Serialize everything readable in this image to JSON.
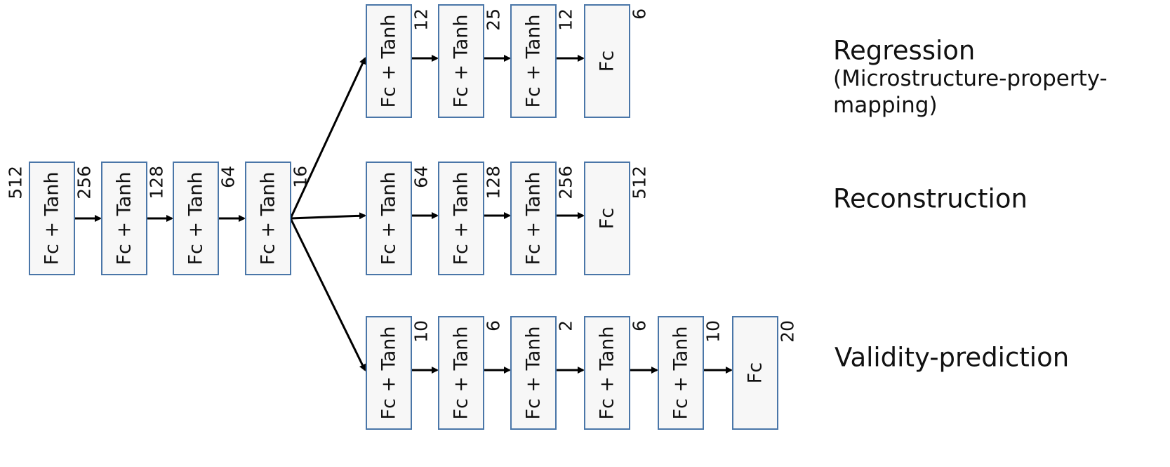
{
  "encoder": {
    "layers": [
      {
        "label": "Fc + Tanh",
        "input_dim": "512",
        "output_dim": "256"
      },
      {
        "label": "Fc + Tanh",
        "output_dim": "128"
      },
      {
        "label": "Fc + Tanh",
        "output_dim": "64"
      },
      {
        "label": "Fc + Tanh",
        "output_dim": "16"
      }
    ]
  },
  "branches": [
    {
      "title_lines": [
        "Regression",
        "(Microstructure-property-",
        "mapping)"
      ],
      "layers": [
        {
          "label": "Fc + Tanh",
          "output_dim": "12"
        },
        {
          "label": "Fc + Tanh",
          "output_dim": "25"
        },
        {
          "label": "Fc + Tanh",
          "output_dim": "12"
        },
        {
          "label": "Fc",
          "output_dim": "6"
        }
      ]
    },
    {
      "title_lines": [
        "Reconstruction"
      ],
      "layers": [
        {
          "label": "Fc + Tanh",
          "output_dim": "64"
        },
        {
          "label": "Fc + Tanh",
          "output_dim": "128"
        },
        {
          "label": "Fc + Tanh",
          "output_dim": "256"
        },
        {
          "label": "Fc",
          "output_dim": "512"
        }
      ]
    },
    {
      "title_lines": [
        "Validity-prediction"
      ],
      "layers": [
        {
          "label": "Fc + Tanh",
          "output_dim": "10"
        },
        {
          "label": "Fc + Tanh",
          "output_dim": "6"
        },
        {
          "label": "Fc + Tanh",
          "output_dim": "2"
        },
        {
          "label": "Fc + Tanh",
          "output_dim": "6"
        },
        {
          "label": "Fc + Tanh",
          "output_dim": "10"
        },
        {
          "label": "Fc",
          "output_dim": "20"
        }
      ]
    }
  ]
}
